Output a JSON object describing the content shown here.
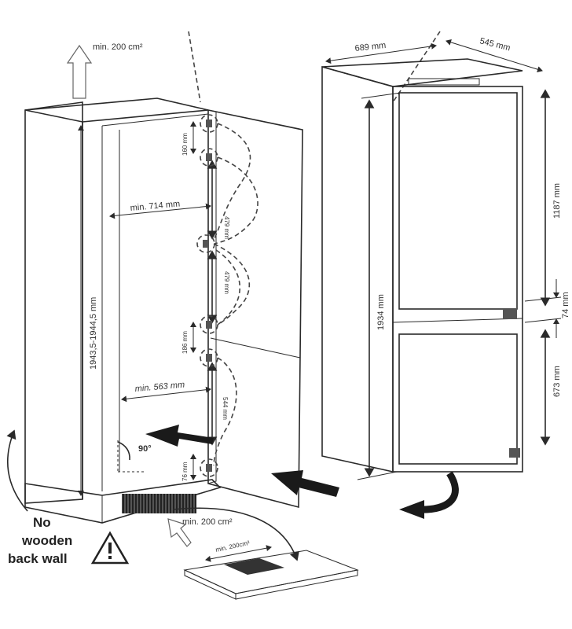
{
  "left_diagram": {
    "top_vent_label": "min. 200 cm²",
    "height_label": "1943,5-1944,5 mm",
    "width_label": "min. 714 mm",
    "lower_width_label": "min. 563 mm",
    "hinge_spacings": [
      "160 mm",
      "479 mm",
      "479 mm",
      "186 mm",
      "544 mm",
      "76 mm"
    ],
    "angle_label": "90°",
    "bottom_vent_label": "min. 200 cm²",
    "floor_vent_label": "min. 200cm²",
    "warning_lines": [
      "No",
      "wooden",
      "back wall"
    ],
    "colors": {
      "line": "#2a2a2a",
      "arrow_fill": "#1a1a1a",
      "panel_fill": "#f6f6f6"
    }
  },
  "right_diagram": {
    "width_label": "689 mm",
    "depth_label": "545 mm",
    "total_height_label": "1934 mm",
    "upper_door_label": "1187 mm",
    "gap_label": "74 mm",
    "lower_door_label": "673 mm"
  }
}
